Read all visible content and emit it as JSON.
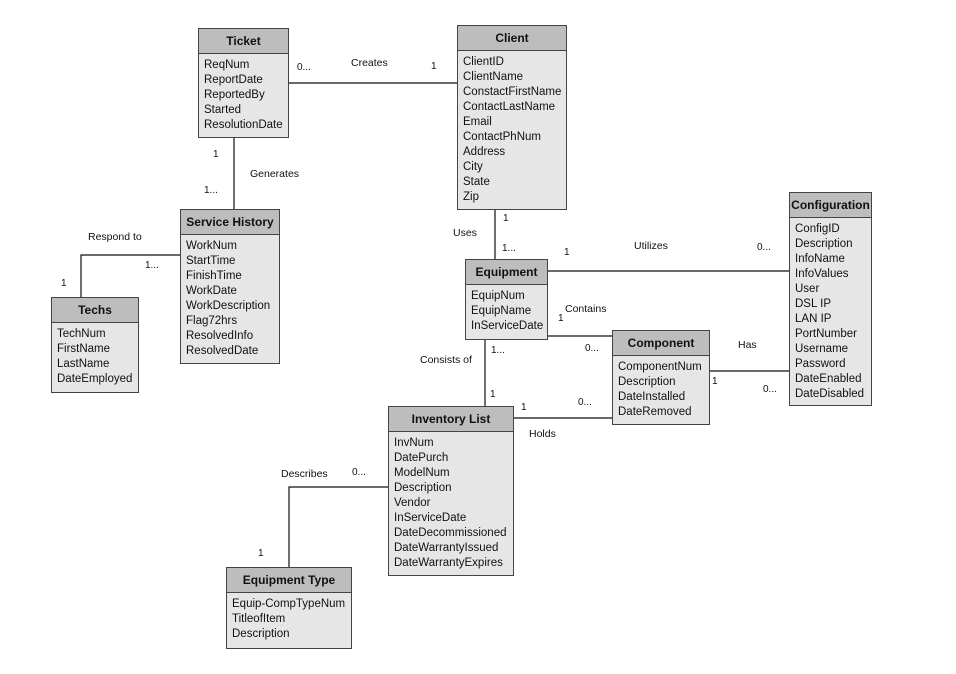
{
  "entities": [
    {
      "id": "ticket",
      "title": "Ticket",
      "attributes": [
        "ReqNum",
        "ReportDate",
        "ReportedBy",
        "Started",
        "ResolutionDate"
      ]
    },
    {
      "id": "client",
      "title": "Client",
      "attributes": [
        "ClientID",
        "ClientName",
        "ConstactFirstName",
        "ContactLastName",
        "Email",
        "ContactPhNum",
        "Address",
        "City",
        "State",
        "Zip"
      ]
    },
    {
      "id": "service-history",
      "title": "Service History",
      "attributes": [
        "WorkNum",
        "StartTime",
        "FinishTime",
        "WorkDate",
        "WorkDescription",
        "Flag72hrs",
        "ResolvedInfo",
        "ResolvedDate"
      ]
    },
    {
      "id": "techs",
      "title": "Techs",
      "attributes": [
        "TechNum",
        "FirstName",
        "LastName",
        "DateEmployed"
      ]
    },
    {
      "id": "equipment",
      "title": "Equipment",
      "attributes": [
        "EquipNum",
        "EquipName",
        "InServiceDate"
      ]
    },
    {
      "id": "configuration",
      "title": "Configuration",
      "attributes": [
        "ConfigID",
        "Description",
        "InfoName",
        "InfoValues",
        "User",
        "DSL IP",
        "LAN IP",
        "PortNumber",
        "Username",
        "Password",
        "DateEnabled",
        "DateDisabled"
      ]
    },
    {
      "id": "component",
      "title": "Component",
      "attributes": [
        "ComponentNum",
        "Description",
        "DateInstalled",
        "DateRemoved"
      ]
    },
    {
      "id": "inventory-list",
      "title": "Inventory List",
      "attributes": [
        "InvNum",
        "DatePurch",
        "ModelNum",
        "Description",
        "Vendor",
        "InServiceDate",
        "DateDecommissioned",
        "DateWarrantyIssued",
        "DateWarrantyExpires"
      ]
    },
    {
      "id": "equipment-type",
      "title": "Equipment Type",
      "attributes": [
        "Equip-CompTypeNum",
        "TitleofItem",
        "Description"
      ]
    }
  ],
  "relationships": [
    {
      "id": "creates",
      "label": "Creates",
      "cardinalities": [
        "0...",
        "1"
      ]
    },
    {
      "id": "generates",
      "label": "Generates",
      "cardinalities": [
        "1",
        "1..."
      ]
    },
    {
      "id": "respond-to",
      "label": "Respond to",
      "cardinalities": [
        "1",
        "1..."
      ]
    },
    {
      "id": "uses",
      "label": "Uses",
      "cardinalities": [
        "1",
        "1..."
      ]
    },
    {
      "id": "utilizes",
      "label": "Utilizes",
      "cardinalities": [
        "1",
        "0..."
      ]
    },
    {
      "id": "contains",
      "label": "Contains",
      "cardinalities": [
        "1",
        "0..."
      ]
    },
    {
      "id": "has",
      "label": "Has",
      "cardinalities": [
        "1",
        "0..."
      ]
    },
    {
      "id": "consists-of",
      "label": "Consists of",
      "cardinalities": [
        "1...",
        "1"
      ]
    },
    {
      "id": "holds",
      "label": "Holds",
      "cardinalities": [
        "1",
        "0..."
      ]
    },
    {
      "id": "describes",
      "label": "Describes",
      "cardinalities": [
        "0...",
        "1"
      ]
    }
  ]
}
